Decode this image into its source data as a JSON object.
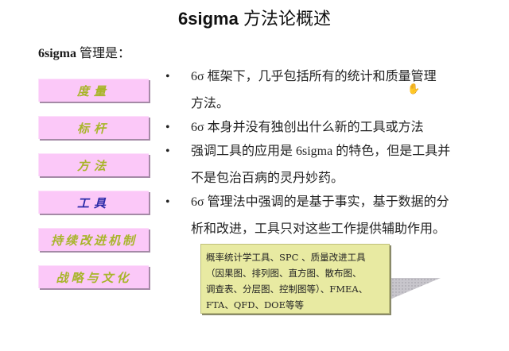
{
  "title": {
    "latin": "6sigma",
    "chinese": "方法论概述"
  },
  "subtitle": {
    "latin": "6sigma",
    "chinese": "管理是："
  },
  "buttons": [
    {
      "label": "度量",
      "active": false
    },
    {
      "label": "标杆",
      "active": false
    },
    {
      "label": "方法",
      "active": false
    },
    {
      "label": "工具",
      "active": true
    },
    {
      "label": "持续改进机制",
      "active": false
    },
    {
      "label": "战略与文化",
      "active": false
    }
  ],
  "bullets": [
    {
      "line1": "6σ 框架下，几乎包括所有的统计和质量管理",
      "line2": "方法。"
    },
    {
      "line1": "6σ 本身并没有独创出什么新的工具或方法",
      "line2": ""
    },
    {
      "line1": "强调工具的应用是 6sigma 的特色，但是工具并",
      "line2": "不是包治百病的灵丹妙药。"
    },
    {
      "line1": "6σ 管理法中强调的是基于事实，基于数据的分",
      "line2": "析和改进，工具只对这些工作提供辅助作用。"
    }
  ],
  "bullet_symbol": "•",
  "callout": {
    "line1": "概率统计学工具、SPC 、质量改进工具",
    "line2": "（因果图、排列图、直方图、散布图、",
    "line3": "调查表、分层图、控制图等）、FMEA、",
    "line4": "FTA、QFD、DOE等等"
  },
  "cursor_icon": "hand-pointer-icon",
  "colors": {
    "button_bg": "#fbc8f8",
    "button_text": "#a8b52a",
    "button_active_text": "#2a2aa8",
    "callout_bg": "#e8eaa2"
  }
}
